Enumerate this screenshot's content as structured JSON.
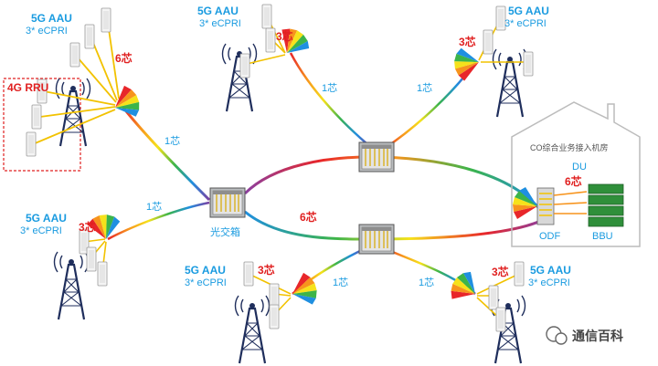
{
  "aau_label": "5G AAU",
  "cpri_label": "3* eCPRI",
  "rru_label": "4G RRU",
  "core_3": "3芯",
  "core_6": "6芯",
  "core_1": "1芯",
  "optical_box": "光交箱",
  "co_room": "CO综合业务接入机房",
  "du_label": "DU",
  "odf_label": "ODF",
  "bbu_label": "BBU",
  "watermark": "通信百科",
  "colors": {
    "label_blue": "#1a9be0",
    "label_red": "#e02020",
    "fiber_gold": "#f2c200",
    "tower_navy": "#1f2e5c",
    "bbu_green": "#2f8f3a"
  }
}
